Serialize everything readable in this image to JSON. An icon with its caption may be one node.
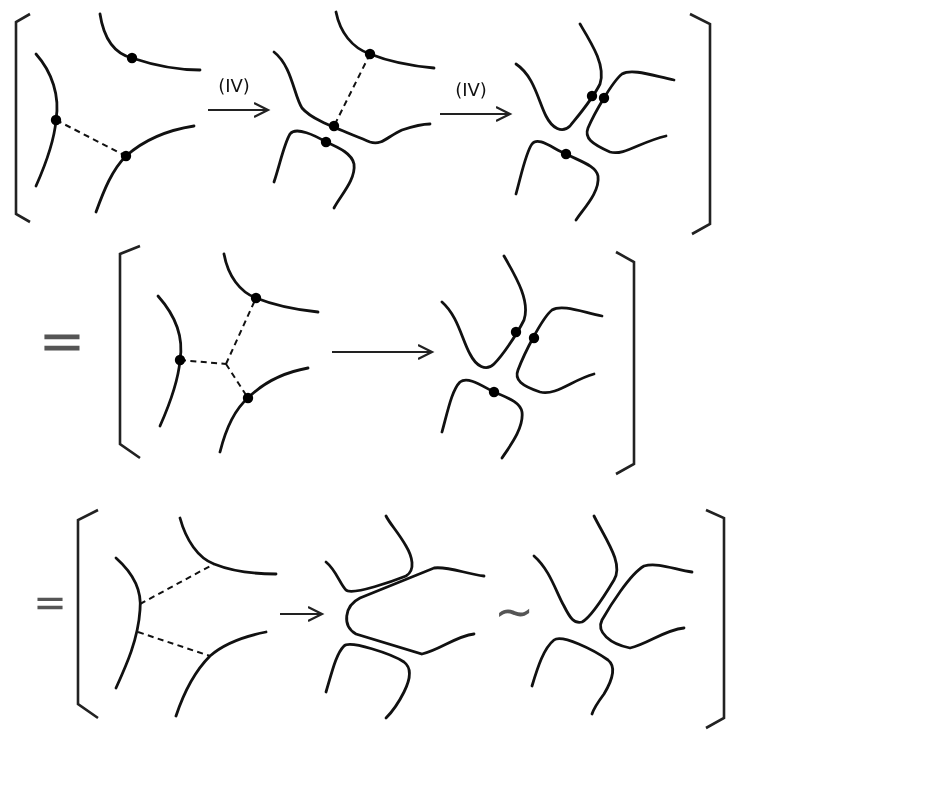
{
  "diagram": {
    "nodes": [
      {
        "text": [],
        "shape": "picture"
      },
      {
        "text": [],
        "shape": "picture"
      },
      {
        "text": [],
        "shape": "picture"
      },
      {
        "text": [],
        "shape": "picture"
      },
      {
        "text": [],
        "shape": "picture"
      },
      {
        "text": [],
        "shape": "picture"
      },
      {
        "text": [],
        "shape": "picture"
      },
      {
        "text": [],
        "shape": "picture"
      }
    ],
    "edges": [
      {
        "from": 0,
        "to": 1,
        "arrow": "to",
        "label": "(IV)"
      },
      {
        "from": 1,
        "to": 2,
        "arrow": "to",
        "label": "(IV)"
      },
      {
        "from": 3,
        "to": 4,
        "arrow": "to"
      },
      {
        "from": 5,
        "to": 6,
        "arrow": "to"
      }
    ],
    "labels": [
      "=",
      "=",
      "~"
    ]
  }
}
